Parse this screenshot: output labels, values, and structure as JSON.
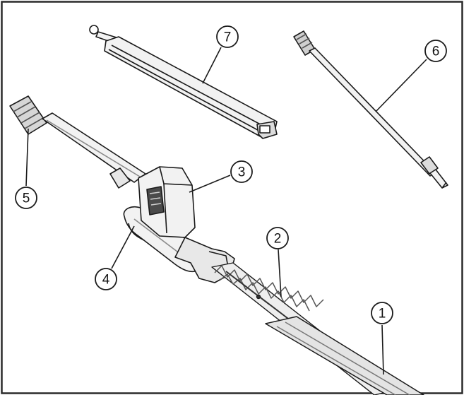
{
  "diagram": {
    "colors": {
      "line": "#1a1a1a",
      "frame": "#2a2a2a",
      "part_fill": "#f2f2f2",
      "shadow": "#c8c8c8",
      "blade_teeth": "#555555",
      "background": "#ffffff"
    },
    "callouts": [
      {
        "id": "1",
        "label": "1",
        "part": "blade-guard"
      },
      {
        "id": "2",
        "label": "2",
        "part": "cutting-blade"
      },
      {
        "id": "3",
        "label": "3",
        "part": "motor-head"
      },
      {
        "id": "4",
        "label": "4",
        "part": "front-handle"
      },
      {
        "id": "5",
        "label": "5",
        "part": "main-pole"
      },
      {
        "id": "6",
        "label": "6",
        "part": "extension-pole"
      },
      {
        "id": "7",
        "label": "7",
        "part": "blade-cover-sheath"
      }
    ]
  }
}
